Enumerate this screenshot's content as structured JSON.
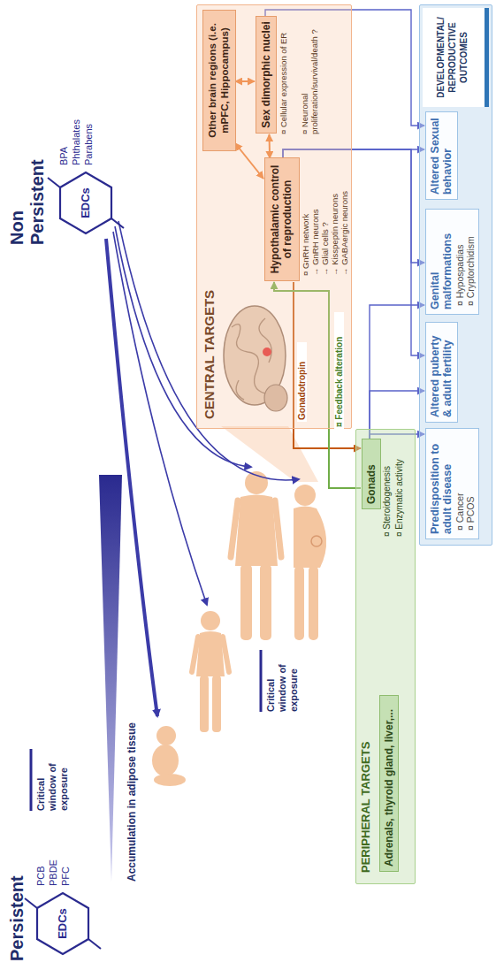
{
  "diagram": {
    "nodes": [
      {
        "text": [
          "EDCs"
        ]
      },
      {
        "text": [
          "EDCs"
        ]
      },
      {
        "text": [
          "CENTRAL TARGETS"
        ]
      },
      {
        "text": [
          "Other brain regions (i.e. mPFC, Hippocampus)"
        ],
        "in": 2
      },
      {
        "text": [
          "Sex dimorphic nuclei"
        ],
        "in": 2
      },
      {
        "text": [
          "Hypothalamic control of reproduction"
        ],
        "in": 2
      },
      {
        "text": [
          "PERIPHERAL TARGETS"
        ]
      },
      {
        "text": [
          "Gonads"
        ],
        "in": 6
      },
      {
        "text": [
          "Adrenals, thyroid gland, liver,..."
        ],
        "in": 6
      },
      {
        "text": [
          "DEVELOPMENTAL/ REPRODUCTIVE OUTCOMES"
        ]
      },
      {
        "text": [
          "Altered Sexual behavior"
        ],
        "in": 9
      },
      {
        "text": [
          "Genital malformations",
          "¤ Hypospadias",
          "¤ Cryptorchidism"
        ],
        "in": 9
      },
      {
        "text": [
          "Altered puberty & adult fertility"
        ],
        "in": 9
      },
      {
        "text": [
          "Predisposition to adult disease",
          "¤ Cancer",
          "¤ PCOS"
        ],
        "in": 9
      }
    ],
    "edges": [
      {
        "from": 3,
        "to": 4,
        "arrow": "both"
      },
      {
        "from": 3,
        "to": 5,
        "arrow": "both"
      },
      {
        "from": 4,
        "to": 5,
        "arrow": "both"
      },
      {
        "from": 5,
        "to": 10,
        "arrow": "to"
      },
      {
        "from": 4,
        "to": 10,
        "arrow": "to"
      },
      {
        "from": 5,
        "to": 11,
        "arrow": "to"
      },
      {
        "from": 5,
        "to": 12,
        "arrow": "to"
      },
      {
        "from": 5,
        "to": 7,
        "arrow": "to",
        "label": "Gonadotropin"
      },
      {
        "from": 7,
        "to": 5,
        "arrow": "to",
        "label": "¤ Feedback alteration"
      },
      {
        "from": 7,
        "to": 11,
        "arrow": "to"
      },
      {
        "from": 7,
        "to": 12,
        "arrow": "to"
      },
      {
        "from": 7,
        "to": 13,
        "arrow": "to"
      }
    ],
    "labels": [
      "Non Persistent",
      "BPA",
      "Phthalates",
      "Parabens",
      "Persistent",
      "PCB",
      "PBDE",
      "PFC",
      "Critical window of exposure",
      "Critical window of exposure",
      "Accumulation in adipose tissue",
      "¤ Cellular expression of ER",
      "¤ Neuronal proliferation/survival/death ?",
      "¤ GnRH network",
      "→ GnRH neurons",
      "→ Glial cells ?",
      "→ Kisspeptin neurons",
      "→ GABAergic neurons",
      "¤ Steroidogenesis",
      "¤ Enzymatic activity"
    ]
  }
}
